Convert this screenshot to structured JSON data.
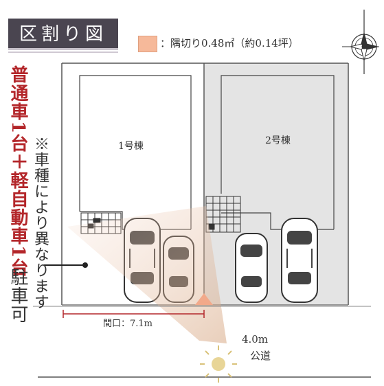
{
  "title": "区割り図",
  "legend": {
    "text": "：隅切り0.48㎡（約0.14坪）",
    "swatch_color": "#f6b99a"
  },
  "parking_note": {
    "red_text": "普通車1台＋軽自動車1台",
    "black_text": "駐車可",
    "sub_note": "※車種により異なります"
  },
  "units": [
    {
      "label": "1号棟"
    },
    {
      "label": "2号棟"
    }
  ],
  "frontage": "間口：7.1m",
  "road": {
    "width": "4.0m",
    "name": "公道"
  },
  "colors": {
    "title_bg": "#4a4550",
    "accent_red": "#b3262a",
    "lot2_fill": "#e6e6e6",
    "corner_cut": "#f2a98a",
    "sun": "#d9c27a"
  },
  "icons": [
    "compass-icon",
    "sun-icon",
    "car-icon",
    "bicycle-rack-icon"
  ]
}
